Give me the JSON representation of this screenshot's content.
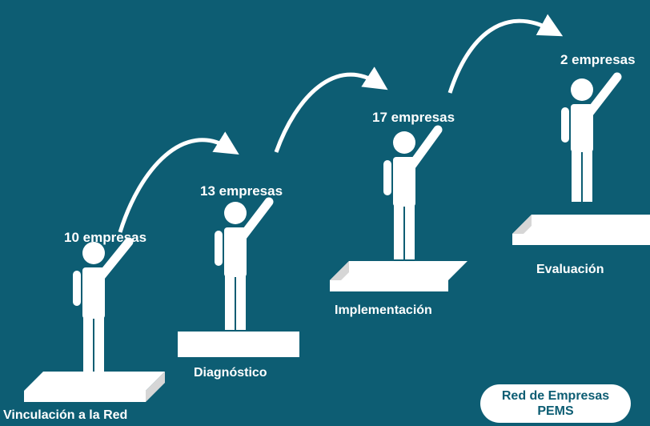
{
  "steps": [
    {
      "count": "10 empresas",
      "label": "Vinculación a la Red"
    },
    {
      "count": "13 empresas",
      "label": "Diagnóstico"
    },
    {
      "count": "17 empresas",
      "label": "Implementación"
    },
    {
      "count": "2 empresas",
      "label": "Evaluación"
    }
  ],
  "badge": {
    "line1": "Red de Empresas",
    "line2": "PEMS"
  },
  "colors": {
    "background": "#0d5d73",
    "foreground": "#ffffff",
    "platform_side": "#d6d6d6"
  }
}
